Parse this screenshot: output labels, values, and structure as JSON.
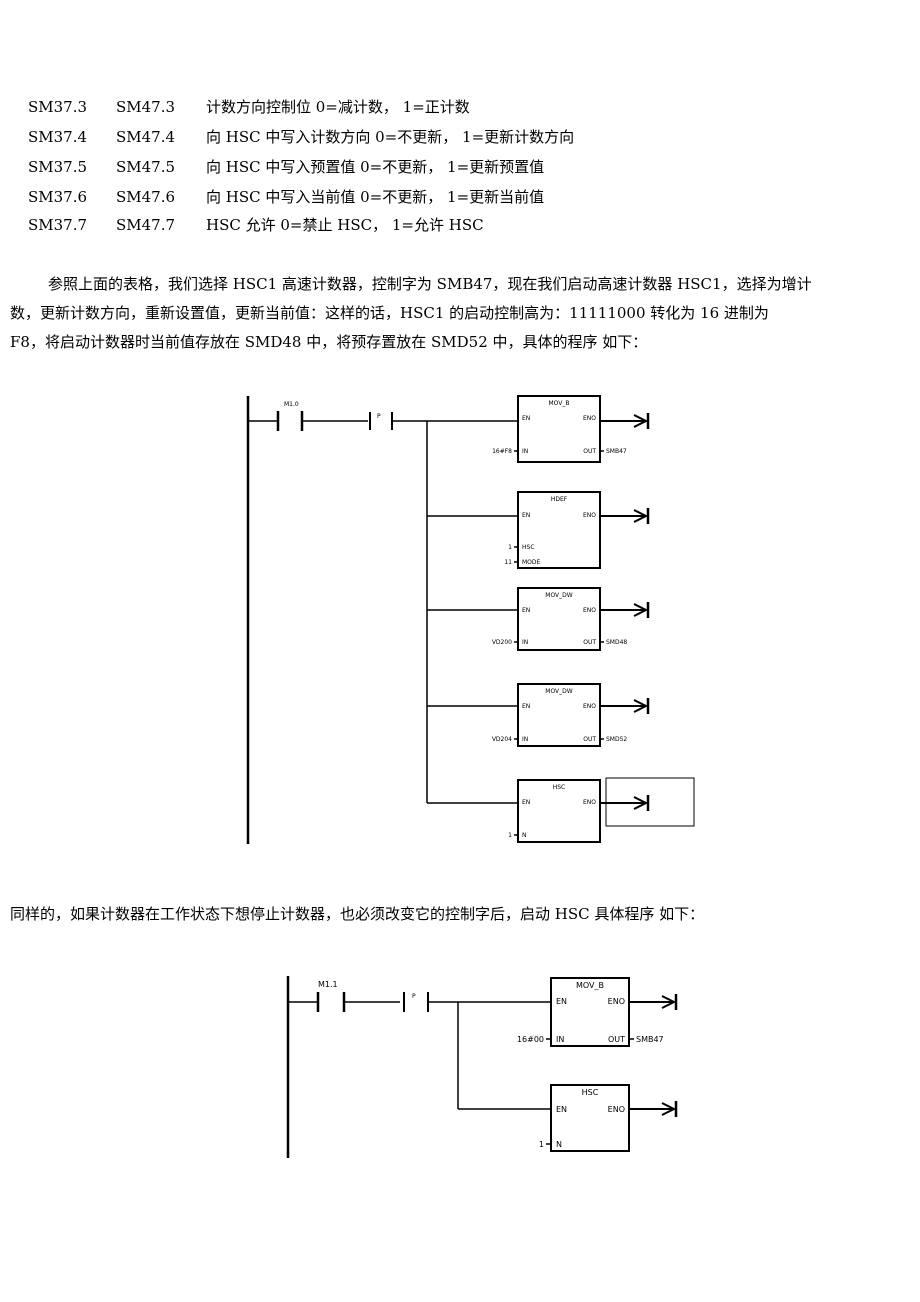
{
  "table": {
    "rows": [
      {
        "a": "SM37.3",
        "b": "SM47.3",
        "desc": "计数方向控制位   0=减计数，    1=正计数"
      },
      {
        "a": "SM37.4",
        "b": "SM47.4",
        "desc": "向 HSC 中写入计数方向   0=不更新，    1=更新计数方向"
      },
      {
        "a": "SM37.5",
        "b": "SM47.5",
        "desc": "向 HSC 中写入预置值   0=不更新，    1=更新预置值"
      },
      {
        "a": "SM37.6",
        "b": "SM47.6",
        "desc": "向 HSC 中写入当前值   0=不更新，    1=更新当前值"
      },
      {
        "a": "SM37.7",
        "b": "SM47.7",
        "desc": "HSC 允许   0=禁止 HSC，    1=允许 HSC"
      }
    ]
  },
  "paragraph1": {
    "line1": "参照上面的表格，我们选择 HSC1 高速计数器，控制字为 SMB47，现在我们启动高速计数器 HSC1，选择为增计",
    "line2": "数，更新计数方向，重新设置值，更新当前值：这样的话，HSC1 的启动控制高为：11111000 转化为 16 进制为",
    "line3": "F8，将启动计数器时当前值存放在 SMD48 中，将预存置放在 SMD52 中，具体的程序   如下："
  },
  "paragraph2": "同样的，如果计数器在工作状态下想停止计数器，也必须改变它的控制字后，启动 HSC 具体程序   如下：",
  "ladder1": {
    "contact": "M1.0",
    "edge": "P",
    "blocks": [
      {
        "title": "MOV_B",
        "en": "EN",
        "eno": "ENO",
        "in_pin": "IN",
        "in_val": "16#F8",
        "out_pin": "OUT",
        "out_val": "SMB47"
      },
      {
        "title": "HDEF",
        "en": "EN",
        "eno": "ENO",
        "hsc_pin": "HSC",
        "hsc_val": "1",
        "mode_pin": "MODE",
        "mode_val": "11"
      },
      {
        "title": "MOV_DW",
        "en": "EN",
        "eno": "ENO",
        "in_pin": "IN",
        "in_val": "VD200",
        "out_pin": "OUT",
        "out_val": "SMD48"
      },
      {
        "title": "MOV_DW",
        "en": "EN",
        "eno": "ENO",
        "in_pin": "IN",
        "in_val": "VD204",
        "out_pin": "OUT",
        "out_val": "SMD52"
      },
      {
        "title": "HSC",
        "en": "EN",
        "eno": "ENO",
        "n_pin": "N",
        "n_val": "1"
      }
    ]
  },
  "ladder2": {
    "contact": "M1.1",
    "edge": "P",
    "blocks": [
      {
        "title": "MOV_B",
        "en": "EN",
        "eno": "ENO",
        "in_pin": "IN",
        "in_val": "16#00",
        "out_pin": "OUT",
        "out_val": "SMB47"
      },
      {
        "title": "HSC",
        "en": "EN",
        "eno": "ENO",
        "n_pin": "N",
        "n_val": "1"
      }
    ]
  }
}
